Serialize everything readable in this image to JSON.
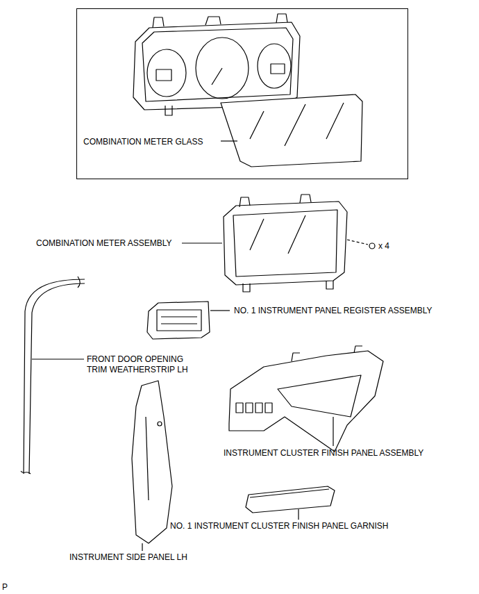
{
  "diagram": {
    "nodes": [
      {
        "text": [
          "COMBINATION METER GLASS"
        ]
      }
    ],
    "labels": [
      "COMBINATION METER ASSEMBLY",
      "x 4",
      "NO. 1 INSTRUMENT PANEL REGISTER ASSEMBLY",
      "FRONT DOOR OPENING TRIM WEATHERSTRIP LH",
      "INSTRUMENT CLUSTER FINISH PANEL ASSEMBLY",
      "NO. 1 INSTRUMENT CLUSTER FINISH PANEL GARNISH",
      "INSTRUMENT SIDE PANEL LH",
      "P"
    ]
  }
}
